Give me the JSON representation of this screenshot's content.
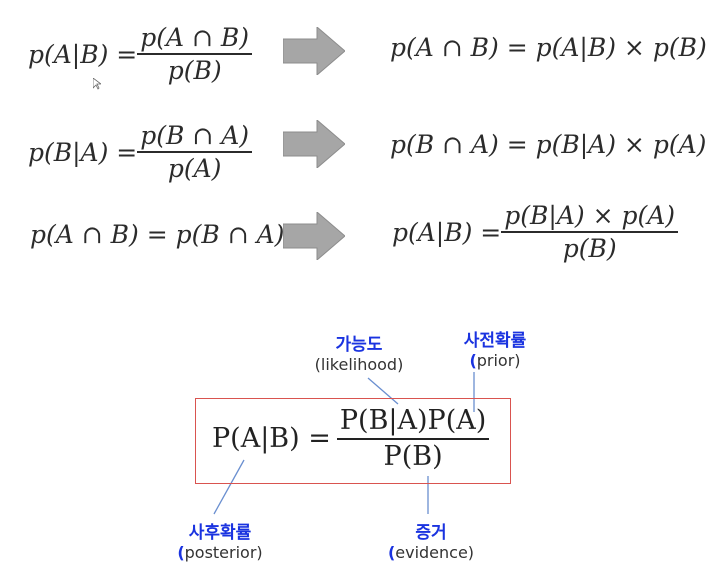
{
  "formulas": {
    "row1_left_lhs": "p(A|B) =",
    "row1_left_num": "p(A ∩ B)",
    "row1_left_den": "p(B)",
    "row1_right": "p(A ∩ B) = p(A|B) × p(B)",
    "row2_left_lhs": "p(B|A) =",
    "row2_left_num": "p(B ∩ A)",
    "row2_left_den": "p(A)",
    "row2_right": "p(B ∩ A) = p(B|A) × p(A)",
    "row3_left": "p(A ∩ B) = p(B ∩ A)",
    "row3_right_lhs": "p(A|B) =",
    "row3_right_num": "p(B|A) × p(A)",
    "row3_right_den": "p(B)"
  },
  "bayes": {
    "lhs": "P(A|B) =",
    "num": "P(B|A)P(A)",
    "den": "P(B)"
  },
  "labels": {
    "likelihood_kr": "가능도",
    "likelihood_en": "likelihood",
    "prior_kr": "사전확률",
    "prior_en": "prior",
    "posterior_kr": "사후확률",
    "posterior_en": "posterior",
    "evidence_kr": "증거",
    "evidence_en": "evidence"
  },
  "colors": {
    "label_blue": "#1a33e0",
    "box_border": "#d9534f",
    "arrow_fill": "#a6a6a6"
  }
}
